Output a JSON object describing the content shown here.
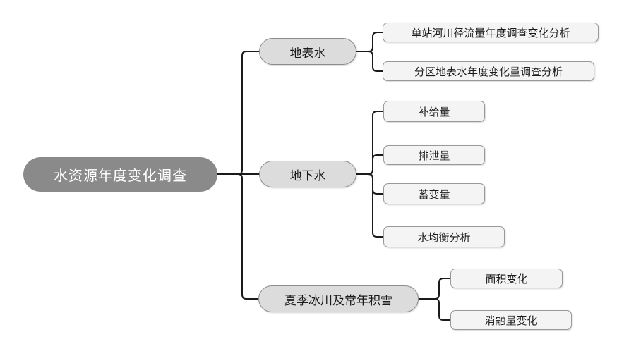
{
  "diagram": {
    "type": "mindmap",
    "root": {
      "label": "水资源年度变化调查"
    },
    "branches": [
      {
        "label": "地表水",
        "children": [
          {
            "label": "单站河川径流量年度调查变化分析"
          },
          {
            "label": "分区地表水年度变化量调查分析"
          }
        ]
      },
      {
        "label": "地下水",
        "children": [
          {
            "label": "补给量"
          },
          {
            "label": "排泄量"
          },
          {
            "label": "蓄变量"
          },
          {
            "label": "水均衡分析"
          }
        ]
      },
      {
        "label": "夏季冰川及常年积雪",
        "children": [
          {
            "label": "面积变化"
          },
          {
            "label": "消融量变化"
          }
        ]
      }
    ],
    "colors": {
      "root_fill": "#8a8a8a",
      "root_text": "#ffffff",
      "branch_fill": "#dcdcdc",
      "branch_border": "#8c8c8c",
      "leaf_fill": "#f4f4f4",
      "leaf_border": "#999999",
      "line": "#1a1a1a",
      "node_text": "#1a1a1a"
    }
  }
}
